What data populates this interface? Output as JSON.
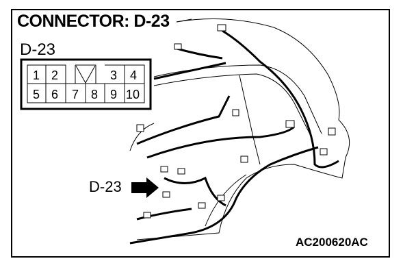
{
  "title": "CONNECTOR: D-23",
  "connector": {
    "label": "D-23",
    "pins_top": [
      "1",
      "2",
      "3",
      "4"
    ],
    "pins_bottom": [
      "5",
      "6",
      "7",
      "8",
      "9",
      "10"
    ]
  },
  "callout_label": "D-23",
  "figure_code": "AC200620AC"
}
